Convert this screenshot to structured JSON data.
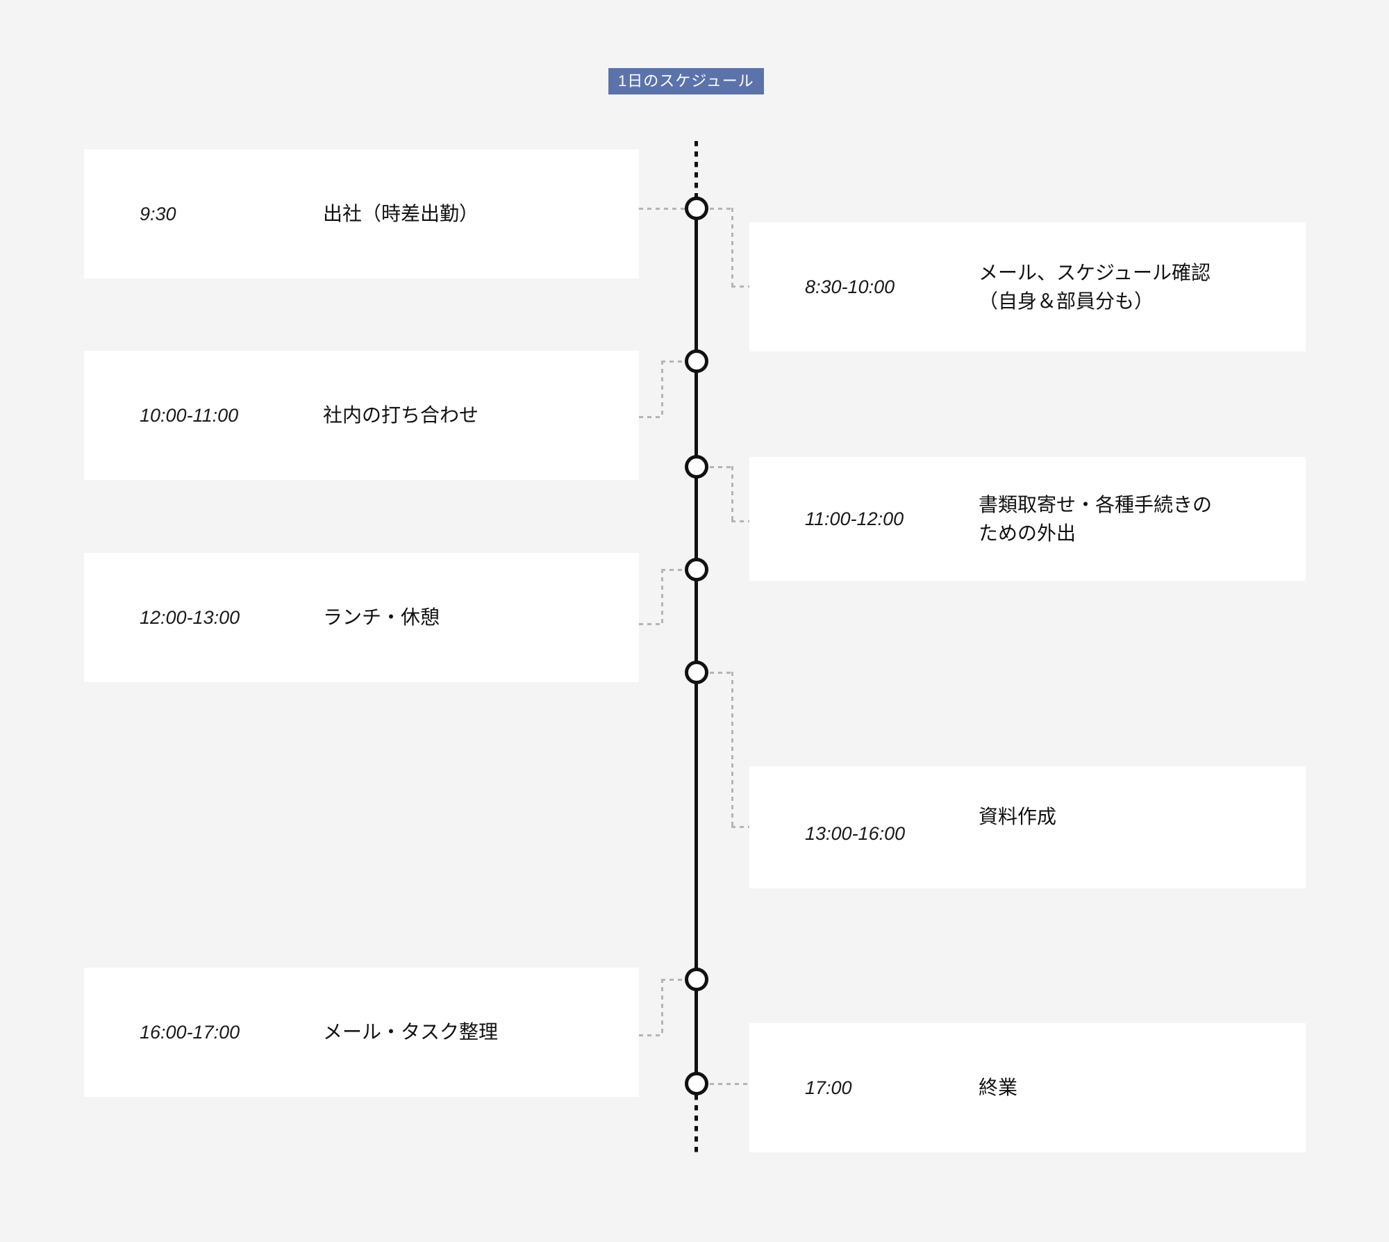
{
  "title": {
    "label": "1日のスケジュール",
    "badge_color": "#5b73ab",
    "text_color": "#ffffff"
  },
  "theme": {
    "background": "#f4f4f4",
    "card_background": "#ffffff",
    "axis_color": "#111111",
    "connector_color": "#b4b4b4",
    "text_color": "#111111"
  },
  "timeline": {
    "type": "vertical-alternating-timeline",
    "node_count": 7,
    "events": [
      {
        "id": "event-1",
        "side": "left",
        "time": "9:30",
        "text": "出社（時差出勤）"
      },
      {
        "id": "event-2",
        "side": "right",
        "time": "8:30-10:00",
        "text": "メール、スケジュール確認\n（自身＆部員分も）"
      },
      {
        "id": "event-3",
        "side": "left",
        "time": "10:00-11:00",
        "text": "社内の打ち合わせ"
      },
      {
        "id": "event-4",
        "side": "right",
        "time": "11:00-12:00",
        "text": "書類取寄せ・各種手続きの\nための外出"
      },
      {
        "id": "event-5",
        "side": "left",
        "time": "12:00-13:00",
        "text": "ランチ・休憩"
      },
      {
        "id": "event-6",
        "side": "right",
        "time": "13:00-16:00",
        "text": "資料作成"
      },
      {
        "id": "event-7",
        "side": "left",
        "time": "16:00-17:00",
        "text": "メール・タスク整理"
      },
      {
        "id": "event-8",
        "side": "right",
        "time": "17:00",
        "text": "終業"
      }
    ]
  }
}
